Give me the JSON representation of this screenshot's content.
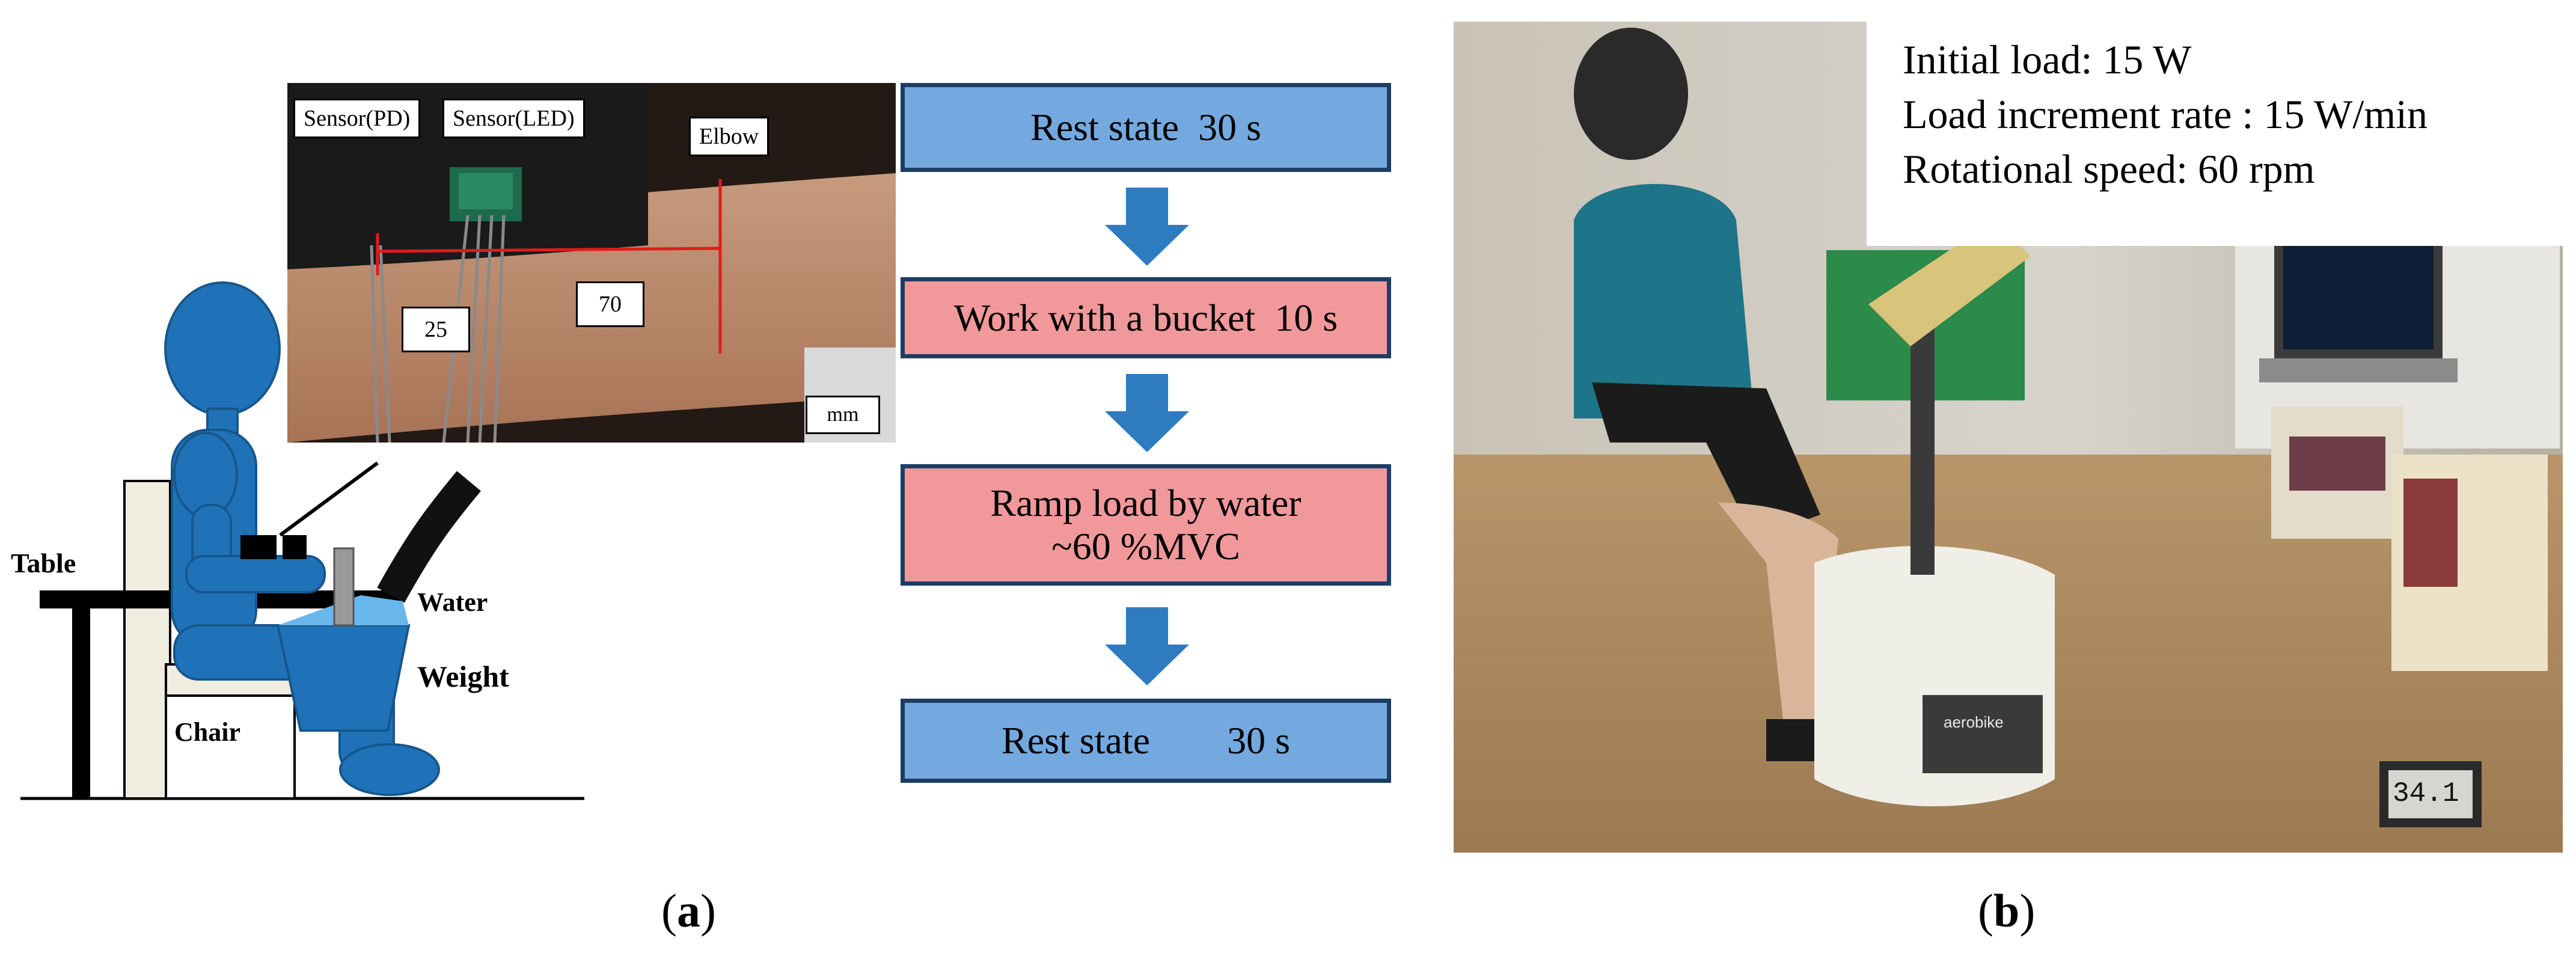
{
  "panel_a": {
    "label_open": "(",
    "label_letter": "a",
    "label_close": ")",
    "setup": {
      "table": "Table",
      "chair": "Chair",
      "water": "Water",
      "weight": "Weight"
    },
    "sensor_photo": {
      "sensor_pd": "Sensor(PD)",
      "sensor_led": "Sensor(LED)",
      "elbow": "Elbow",
      "dist_25": "25",
      "dist_70": "70",
      "unit": "mm"
    },
    "protocol": [
      {
        "text": "Rest state  30 s",
        "kind": "rest"
      },
      {
        "text": "Work with a bucket  10 s",
        "kind": "work"
      },
      {
        "line1": "Ramp load by water",
        "line2": "~60 %MVC",
        "kind": "work"
      },
      {
        "text": "Rest state        30 s",
        "kind": "rest"
      }
    ]
  },
  "panel_b": {
    "label_open": "(",
    "label_letter": "b",
    "label_close": ")",
    "load_settings": [
      "Initial load: 15 W",
      "Load increment rate : 15 W/min",
      "Rotational speed: 60 rpm"
    ],
    "ergometer_brand": "aerobike",
    "thermometer_reading": "34.1"
  },
  "colors": {
    "rest_box": "#74a9e0",
    "work_box": "#f0989a",
    "box_border": "#1d3d63",
    "arrow": "#2e7bc0",
    "mannequin": "#1f72b8",
    "chair": "#efece0"
  }
}
